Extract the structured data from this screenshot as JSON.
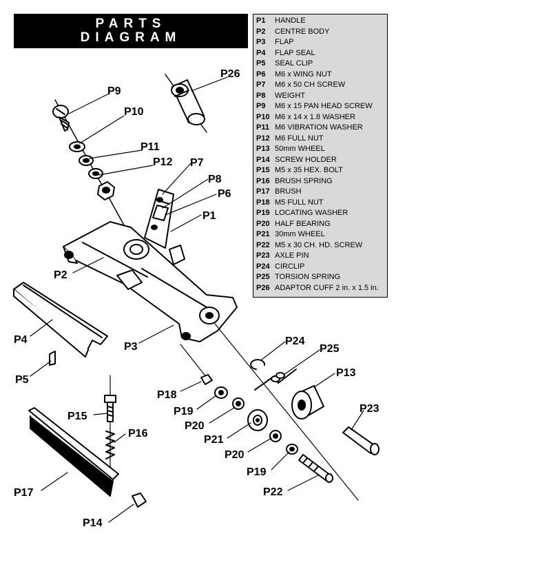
{
  "title": {
    "line1": "PARTS",
    "line2": "DIAGRAM"
  },
  "legend": [
    {
      "code": "P1",
      "desc": "HANDLE"
    },
    {
      "code": "P2",
      "desc": "CENTRE BODY"
    },
    {
      "code": "P3",
      "desc": "FLAP"
    },
    {
      "code": "P4",
      "desc": "FLAP SEAL"
    },
    {
      "code": "P5",
      "desc": " SEAL CLIP"
    },
    {
      "code": "P6",
      "desc": "M6 x WING NUT"
    },
    {
      "code": "P7",
      "desc": "M6 x 50 CH SCREW"
    },
    {
      "code": "P8",
      "desc": "WEIGHT"
    },
    {
      "code": "P9",
      "desc": "M6 x 15 PAN HEAD SCREW"
    },
    {
      "code": "P10",
      "desc": "M6  x 14 x 1.8 WASHER"
    },
    {
      "code": "P11",
      "desc": "M6 VIBRATION WASHER"
    },
    {
      "code": "P12",
      "desc": "M6 FULL NUT"
    },
    {
      "code": "P13",
      "desc": "50mm WHEEL"
    },
    {
      "code": "P14",
      "desc": "SCREW HOLDER"
    },
    {
      "code": "P15",
      "desc": "M5 x 35 HEX. BOLT"
    },
    {
      "code": "P16",
      "desc": "BRUSH SPRING"
    },
    {
      "code": "P17",
      "desc": "BRUSH"
    },
    {
      "code": "P18",
      "desc": "M5 FULL NUT"
    },
    {
      "code": "P19",
      "desc": "LOCATING WASHER"
    },
    {
      "code": "P20",
      "desc": "HALF BEARING"
    },
    {
      "code": "P21",
      "desc": "30mm WHEEL"
    },
    {
      "code": "P22",
      "desc": "M5 x 30 CH. HD. SCREW"
    },
    {
      "code": "P23",
      "desc": "AXLE PIN"
    },
    {
      "code": "P24",
      "desc": "CIRCLIP"
    },
    {
      "code": "P25",
      "desc": "TORSION SPRING"
    },
    {
      "code": "P26",
      "desc": "ADAPTOR CUFF 2 in. x 1.5 in."
    }
  ],
  "callouts": {
    "p26": "P26",
    "p9": "P9",
    "p10": "P10",
    "p11": "P11",
    "p12": "P12",
    "p7": "P7",
    "p8": "P8",
    "p6": "P6",
    "p1": "P1",
    "p2": "P2",
    "p4": "P4",
    "p3": "P3",
    "p5": "P5",
    "p24": "P24",
    "p25": "P25",
    "p13": "P13",
    "p18": "P18",
    "p19a": "P19",
    "p20a": "P20",
    "p23": "P23",
    "p21": "P21",
    "p15": "P15",
    "p16": "P16",
    "p20b": "P20",
    "p19b": "P19",
    "p22": "P22",
    "p17": "P17",
    "p14": "P14"
  }
}
